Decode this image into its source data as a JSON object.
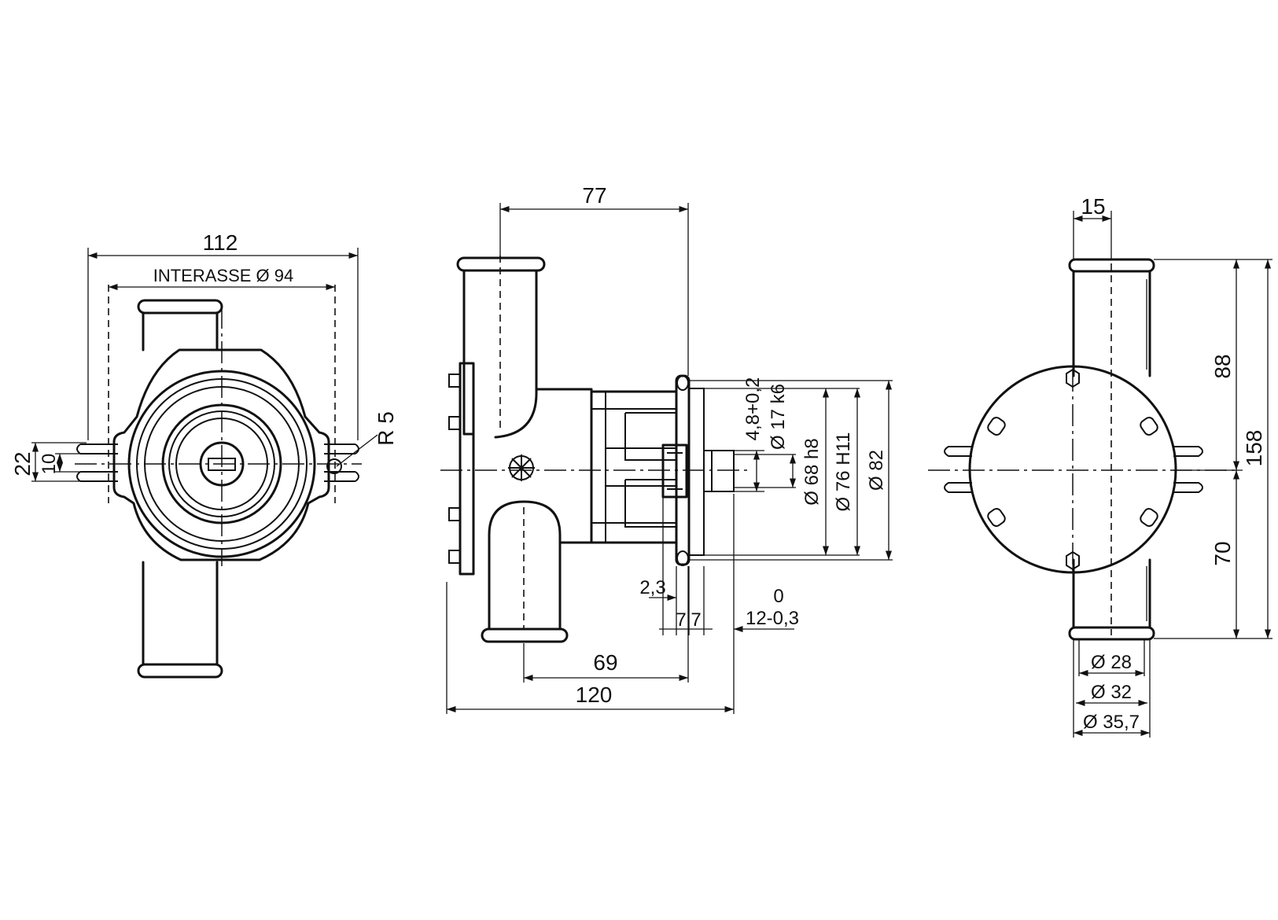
{
  "front_view": {
    "dim_overall_width": "112",
    "dim_hole_spacing": "INTERASSE Ø 94",
    "dim_foot_outer": "22",
    "dim_foot_inner": "10",
    "dim_slot_radius": "R 5"
  },
  "side_view": {
    "dim_length_77": "77",
    "dim_shaft_flat": "4,8+0,2",
    "dim_shaft_dia": "Ø 17 k6",
    "dim_pilot_dia": "Ø 68 h8",
    "dim_bolt_circle": "Ø 76 H11",
    "dim_flange_dia": "Ø 82",
    "dim_2_3": "2,3",
    "dim_7a": "7",
    "dim_7b": "7",
    "dim_tol_zero": "0",
    "dim_shaft_len": "12-0,3",
    "dim_length_69": "69",
    "dim_length_120": "120"
  },
  "end_view": {
    "dim_port_offset": "15",
    "dim_upper_88": "88",
    "dim_total_158": "158",
    "dim_lower_70": "70",
    "dim_port_bore": "Ø 28",
    "dim_port_od": "Ø 32",
    "dim_port_bead": "Ø 35,7"
  }
}
